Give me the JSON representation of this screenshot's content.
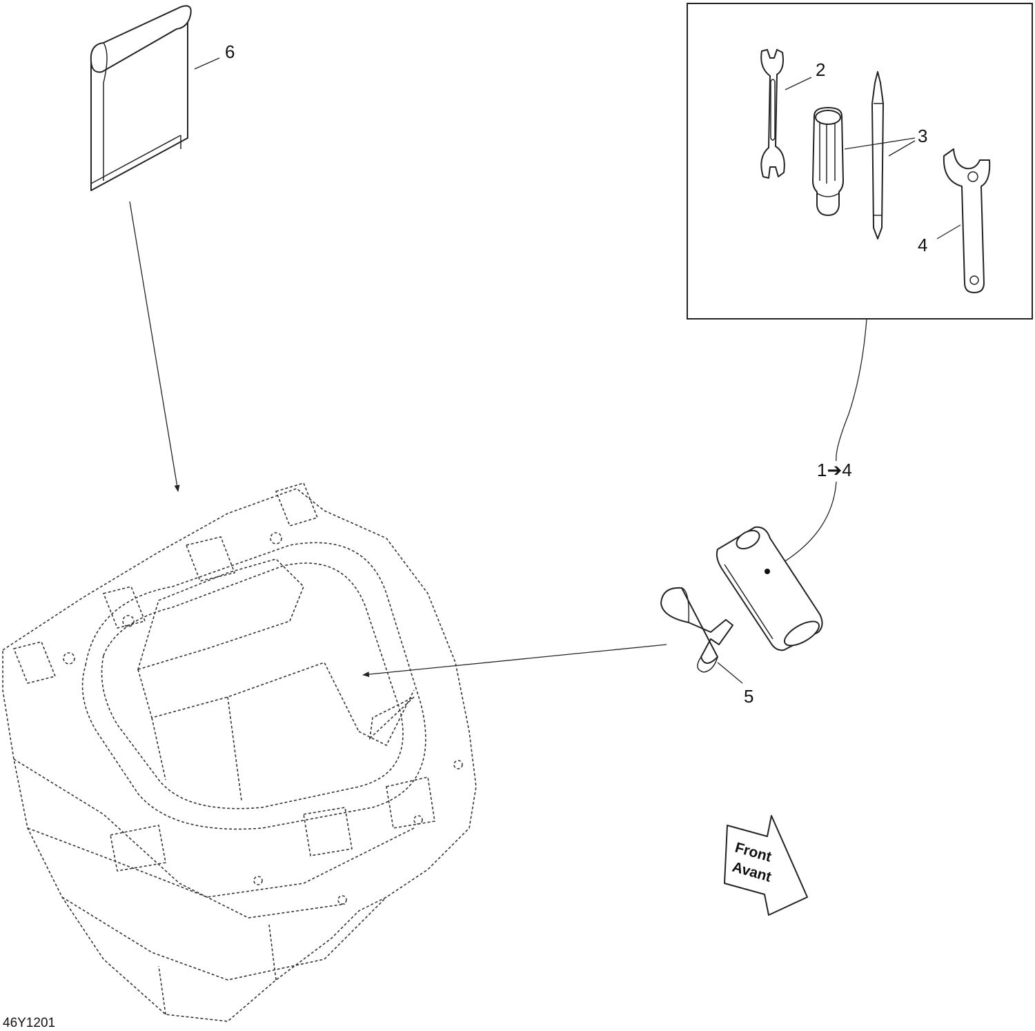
{
  "callouts": {
    "c1to4": "1➔4",
    "c2": "2",
    "c3": "3",
    "c4": "4",
    "c5": "5",
    "c6": "6"
  },
  "front_arrow": {
    "line1": "Front",
    "line2": "Avant"
  },
  "figure_code": "46Y1201",
  "icons": [
    "document-pouch-icon",
    "open-end-wrench-icon",
    "screwdriver-handle-icon",
    "screwdriver-bit-icon",
    "spanner-wrench-icon",
    "tool-tube-icon",
    "retaining-clip-icon",
    "storage-bin-icon",
    "front-direction-arrow-icon"
  ]
}
